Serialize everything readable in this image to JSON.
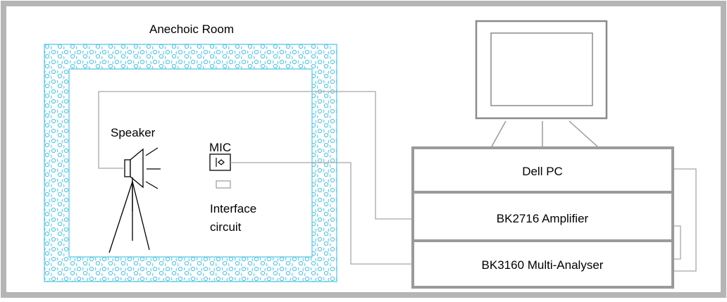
{
  "room": {
    "title": "Anechoic Room",
    "wall_color": "#4fc4e8"
  },
  "speaker": {
    "label": "Speaker"
  },
  "mic": {
    "label": "MIC"
  },
  "interface": {
    "line1": "Interface",
    "line2": "circuit"
  },
  "pc_stack": {
    "pc_label": "Dell PC",
    "amplifier_label": "BK2716 Amplifier",
    "analyser_label": "BK3160 Multi-Analyser"
  },
  "colors": {
    "frame": "#b5b5b5",
    "line": "#a8a8a8",
    "box": "#9a9a9a",
    "text": "#000000"
  }
}
